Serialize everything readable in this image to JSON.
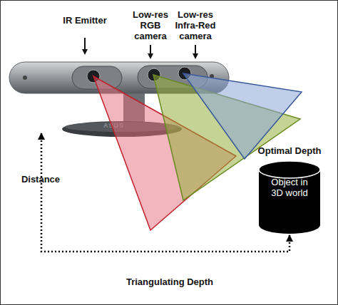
{
  "diagram": {
    "nodes": [
      {
        "text": [
          "ASUS"
        ]
      },
      {
        "text": [
          "Optimal Depth",
          "Object in 3D world"
        ]
      }
    ],
    "edges": [
      {
        "from": 0,
        "to": 1,
        "arrow": "both",
        "label": "Triangulating Depth"
      }
    ],
    "labels": [
      "IR Emitter",
      "Low-res RGB camera",
      "Low-res Infra-Red camera",
      "Distance"
    ]
  }
}
